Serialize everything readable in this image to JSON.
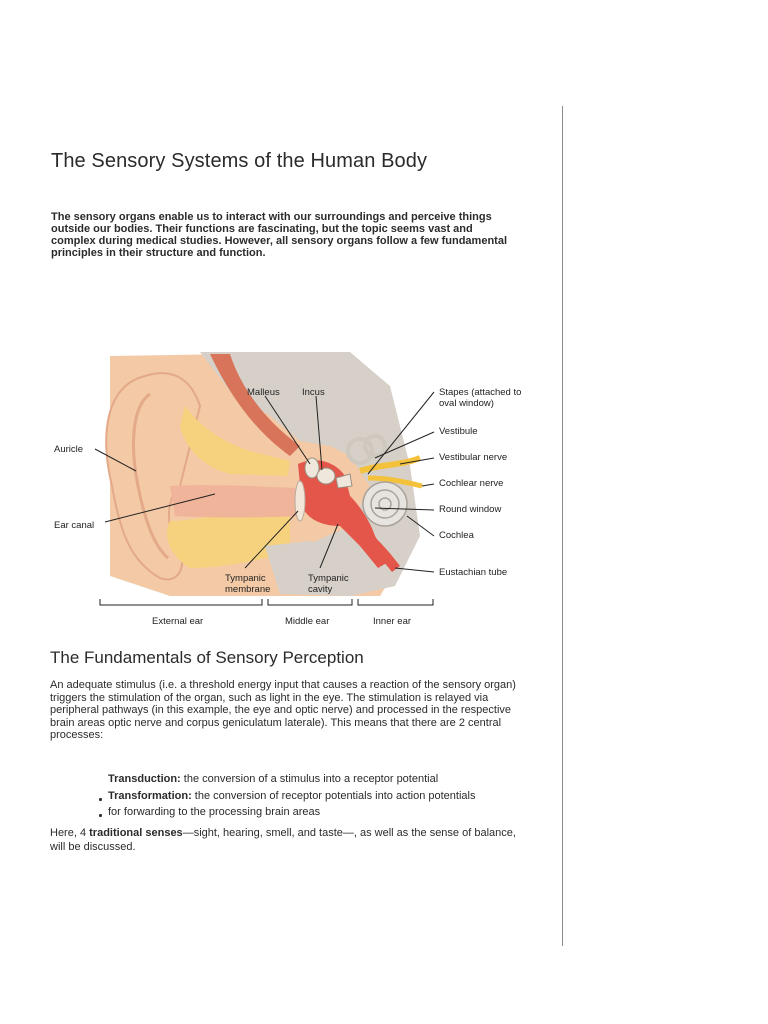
{
  "title": "The Sensory Systems of the Human Body",
  "intro": "The sensory organs enable us to interact with our surroundings and perceive things outside our bodies. Their functions are fascinating, but the topic seems vast and complex during medical studies. However, all sensory organs follow a few fundamental principles in their structure and function.",
  "figure": {
    "labels": {
      "auricle": "Auricle",
      "ear_canal": "Ear canal",
      "malleus": "Malleus",
      "incus": "Incus",
      "stapes_1": "Stapes (attached to",
      "stapes_2": "oval window)",
      "vestibule": "Vestibule",
      "vestibular_nerve": "Vestibular nerve",
      "cochlear_nerve": "Cochlear nerve",
      "round_window": "Round window",
      "cochlea": "Cochlea",
      "eustachian_tube": "Eustachian tube",
      "tympanic_membrane_1": "Tympanic",
      "tympanic_membrane_2": "membrane",
      "tympanic_cavity_1": "Tympanic",
      "tympanic_cavity_2": "cavity",
      "external_ear": "External ear",
      "middle_ear": "Middle ear",
      "inner_ear": "Inner ear"
    },
    "colors": {
      "skin": "#f3c9a6",
      "bone": "#d6d0c8",
      "cartilage": "#f6d27e",
      "middle_ear_red": "#e4554a",
      "canal": "#f0b49a",
      "nerve": "#f3c23a",
      "lines": "#222222"
    }
  },
  "section2": {
    "heading": "The Fundamentals of Sensory Perception",
    "paragraph": "An adequate stimulus (i.e. a threshold energy input that causes a reaction of the sensory organ) triggers the stimulation of the organ, such as light in the eye. The stimulation is relayed via peripheral pathways (in this example, the eye and optic nerve) and processed in the respective brain areas optic nerve and corpus geniculatum laterale). This means that there are 2 central processes:",
    "list": [
      {
        "term": "Transduction:",
        "text": " the conversion of a stimulus into a receptor potential"
      },
      {
        "term": "Transformation:",
        "text": " the conversion of receptor potentials into action potentials"
      },
      {
        "term": "",
        "text": "for forwarding to the processing brain areas"
      }
    ],
    "closing_pre": "Here, 4 ",
    "closing_bold": "traditional senses",
    "closing_post": "—sight, hearing, smell, and taste—, as well as the sense of balance, will be discussed."
  }
}
